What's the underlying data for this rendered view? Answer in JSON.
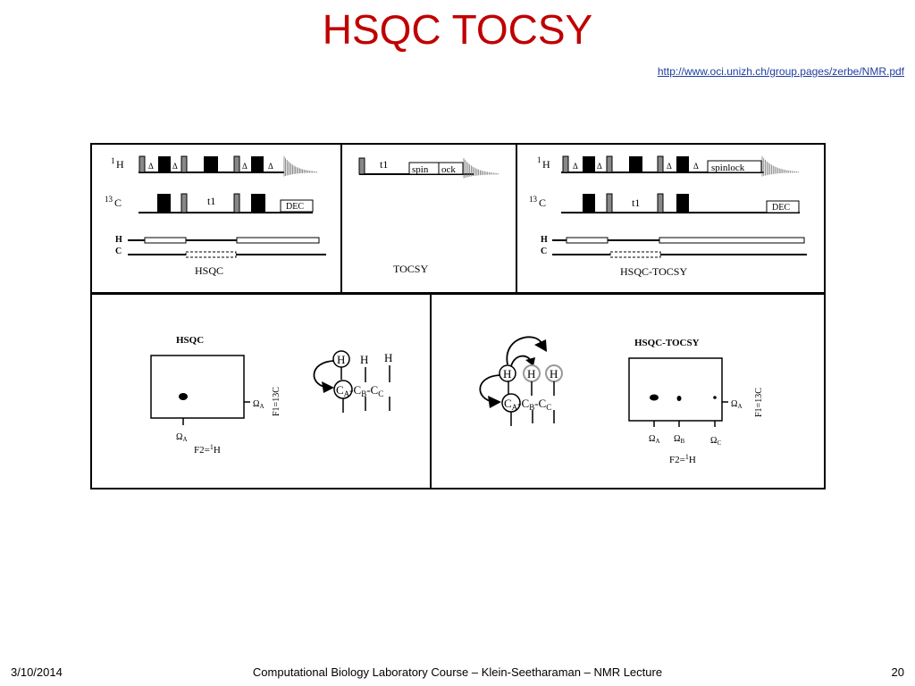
{
  "slide": {
    "title": "HSQC TOCSY",
    "url": "http://www.oci.unizh.ch/group.pages/zerbe/NMR.pdf"
  },
  "footer": {
    "date": "3/10/2014",
    "course": "Computational Biology Laboratory Course – Klein-Seetharaman – NMR Lecture",
    "page": "20"
  },
  "diagram": {
    "hsqc_panel": {
      "h_label_sup": "1",
      "h_label": "H",
      "c_label_sup": "13",
      "c_label": "C",
      "delta": "Δ",
      "t1": "t1",
      "dec": "DEC",
      "grad_h": "H",
      "grad_c": "C",
      "caption": "HSQC"
    },
    "tocsy_panel": {
      "t1": "t1",
      "spin": "spin",
      "lock": "ock",
      "caption": "TOCSY"
    },
    "hsqc_tocsy_panel": {
      "h_label_sup": "1",
      "h_label": "H",
      "c_label_sup": "13",
      "c_label": "C",
      "delta": "Δ",
      "spinlock": "spinlock",
      "t1": "t1",
      "dec": "DEC",
      "grad_h": "H",
      "grad_c": "C",
      "caption": "HSQC-TOCSY"
    },
    "hsqc_spectrum": {
      "title": "HSQC",
      "f1_label": "F1=13C",
      "f2_label_prefix": "F2=",
      "f2_sup": "1",
      "f2_nucleus": "H",
      "omega": "Ω",
      "sub_a": "A"
    },
    "hsqc_molecule": {
      "h": "H",
      "c": "C",
      "sub_a": "A",
      "sub_b": "B",
      "sub_c": "C",
      "dash": "-"
    },
    "hsqc_tocsy_molecule": {
      "h": "H",
      "c": "C",
      "sub_a": "A",
      "sub_b": "B",
      "sub_c": "C",
      "dash": "-"
    },
    "hsqc_tocsy_spectrum": {
      "title": "HSQC-TOCSY",
      "f1_label": "F1=13C",
      "f2_label_prefix": "F2=",
      "f2_sup": "1",
      "f2_nucleus": "H",
      "omega": "Ω",
      "sub_a": "A",
      "sub_b": "B",
      "sub_c": "C"
    }
  }
}
